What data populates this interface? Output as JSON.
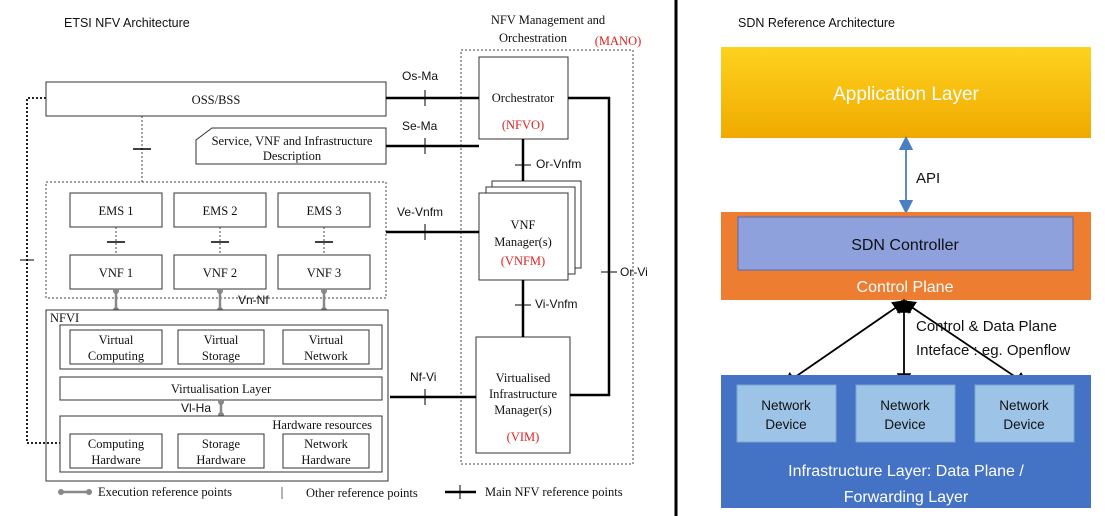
{
  "etsi": {
    "title": "ETSI NFV Architecture",
    "mano_title_1": "NFV Management and",
    "mano_title_2": "Orchestration",
    "mano_abbr": "(MANO)",
    "oss_bss": "OSS/BSS",
    "service_desc_1": "Service, VNF and Infrastructure",
    "service_desc_2": "Description",
    "ems": [
      "EMS 1",
      "EMS 2",
      "EMS 3"
    ],
    "vnf": [
      "VNF 1",
      "VNF 2",
      "VNF 3"
    ],
    "nfvi": "NFVI",
    "virtual": [
      [
        "Virtual",
        "Computing"
      ],
      [
        "Virtual",
        "Storage"
      ],
      [
        "Virtual",
        "Network"
      ]
    ],
    "virtualisation_layer": "Virtualisation Layer",
    "hardware_resources": "Hardware resources",
    "hardware": [
      [
        "Computing",
        "Hardware"
      ],
      [
        "Storage",
        "Hardware"
      ],
      [
        "Network",
        "Hardware"
      ]
    ],
    "orchestrator": "Orchestrator",
    "nfvo": "(NFVO)",
    "vnfm_1": "VNF",
    "vnfm_2": "Manager(s)",
    "vnfm_abbr": "(VNFM)",
    "vim_1": "Virtualised",
    "vim_2": "Infrastructure",
    "vim_3": "Manager(s)",
    "vim_abbr": "(VIM)",
    "ref": {
      "os_ma": "Os-Ma",
      "se_ma": "Se-Ma",
      "ve_vnfm": "Ve-Vnfm",
      "nf_vi": "Nf-Vi",
      "or_vnfm": "Or-Vnfm",
      "vi_vnfm": "Vi-Vnfm",
      "or_vi": "Or-Vi",
      "vn_nf": "Vn-Nf",
      "vi_ha": "Vl-Ha"
    },
    "legend": {
      "execution": "Execution reference points",
      "other": "Other reference points",
      "main": "Main NFV reference points"
    }
  },
  "sdn": {
    "title": "SDN Reference Architecture",
    "application_layer": "Application Layer",
    "api": "API",
    "sdn_controller": "SDN Controller",
    "control_plane": "Control Plane",
    "interface_1": "Control & Data Plane",
    "interface_2": "Inteface : eg. Openflow",
    "network_device": [
      [
        "Network",
        "Device"
      ],
      [
        "Network",
        "Device"
      ],
      [
        "Network",
        "Device"
      ]
    ],
    "infra_1": "Infrastructure  Layer: Data Plane /",
    "infra_2": "Forwarding Layer",
    "colors": {
      "application": "#f5b800",
      "control_plane": "#ed7d31",
      "controller": "#8ea1dd",
      "infrastructure": "#4472c4",
      "device": "#9dc3e6",
      "api_arrow": "#4a7fc1"
    }
  }
}
